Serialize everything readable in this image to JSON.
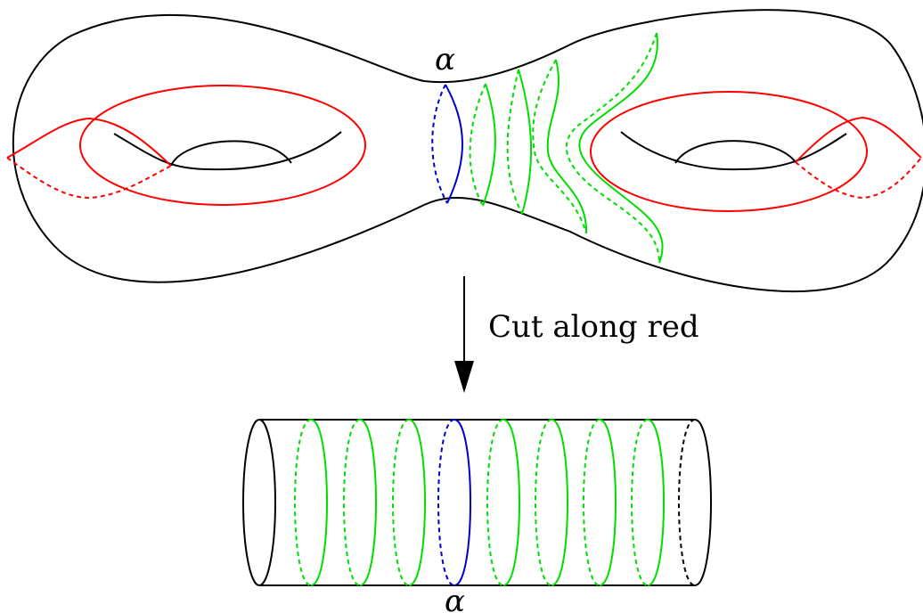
{
  "diagram": {
    "top_label": "α",
    "arrow_label": "Cut along red",
    "bottom_label": "α",
    "colors": {
      "outline": "#000000",
      "red_curves": "#ff0000",
      "blue_curve": "#0000cc",
      "green_curves": "#00dd00"
    }
  }
}
